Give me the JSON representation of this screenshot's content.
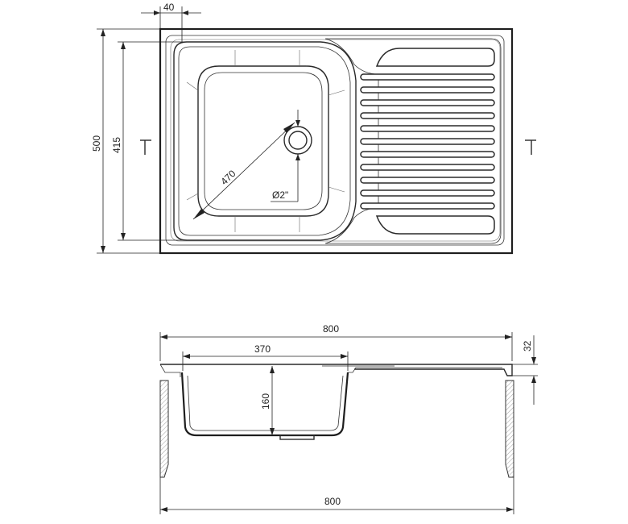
{
  "top_view": {
    "dimensions": {
      "overall_depth": "500",
      "bowl_depth": "415",
      "rim_offset": "40",
      "bowl_diagonal": "470",
      "drain_size": "Ø2\""
    }
  },
  "front_view": {
    "dimensions": {
      "overall_width_top": "800",
      "bowl_width": "370",
      "rim_height": "32",
      "bowl_height": "160",
      "overall_width_bottom": "800"
    }
  }
}
